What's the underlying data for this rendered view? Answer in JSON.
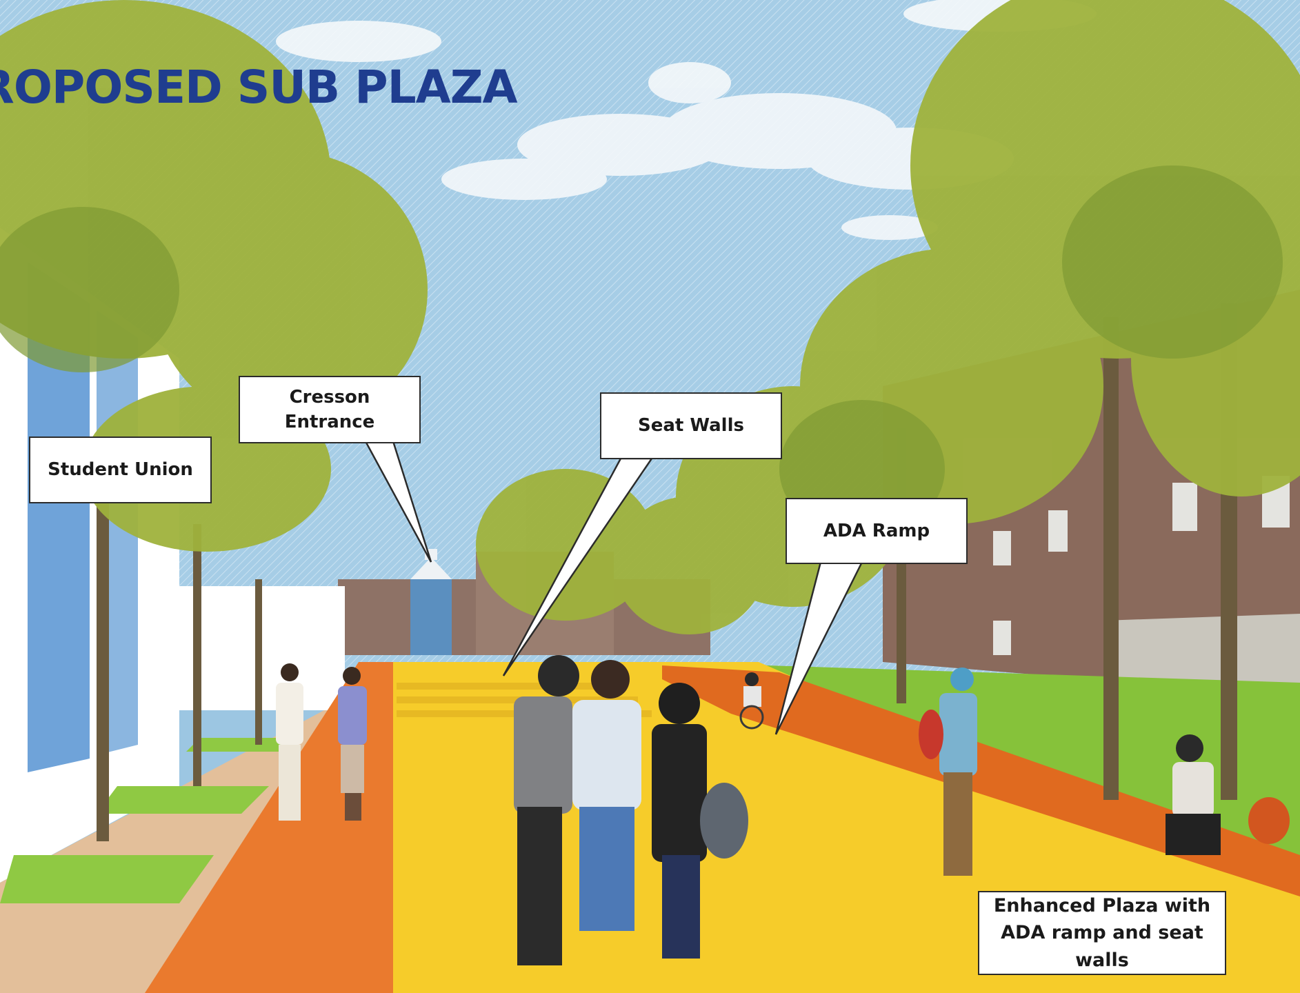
{
  "title": "ROPOSED SUB PLAZA",
  "callouts": {
    "student_union": "Student Union",
    "cresson_entrance_line1": "Cresson",
    "cresson_entrance_line2": "Entrance",
    "seat_walls": "Seat Walls",
    "ada_ramp": "ADA Ramp",
    "enhanced_plaza_line1": "Enhanced Plaza with",
    "enhanced_plaza_line2": "ADA ramp and seat",
    "enhanced_plaza_line3": "walls"
  },
  "colors": {
    "title": "#1f3d8f",
    "sky": "#9cc6e2",
    "plaza_yellow": "#f6cc2a",
    "path_orange": "#ea7a2e",
    "lawn_green": "#86c23a",
    "tree_foliage": "#9fb23c",
    "brick": "#8d6b5c",
    "callout_border": "#2b2b2b"
  }
}
